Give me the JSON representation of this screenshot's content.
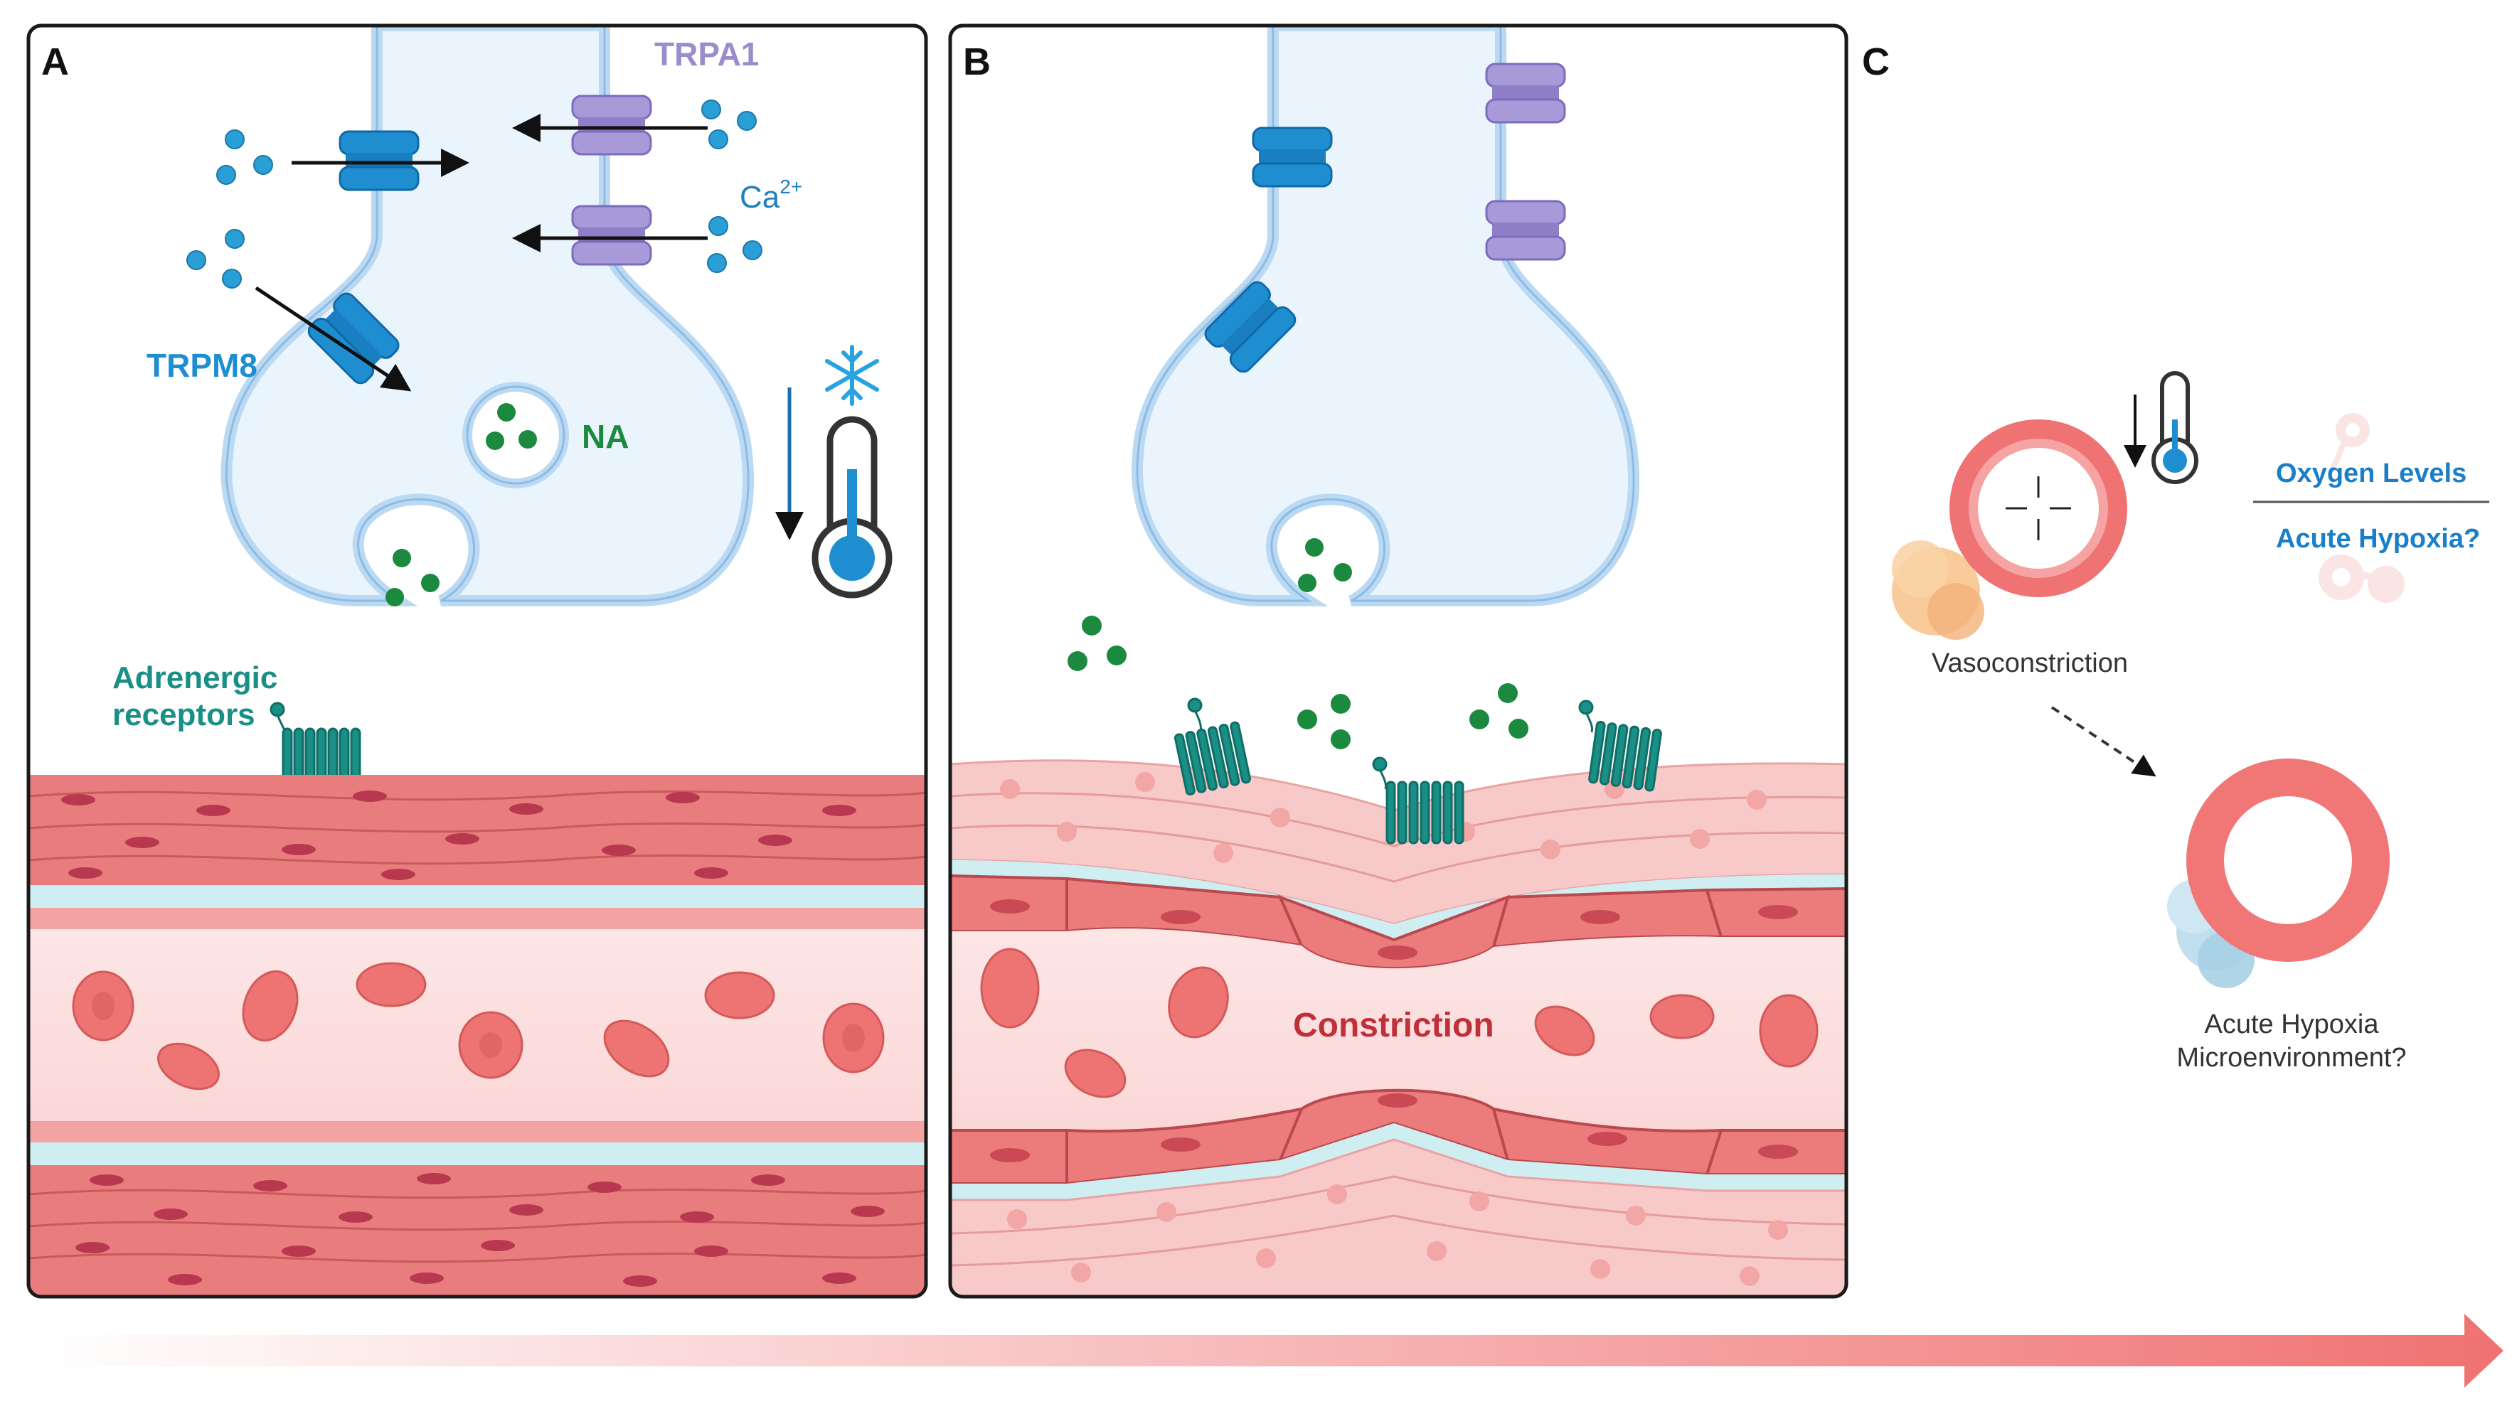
{
  "panels": {
    "a": {
      "letter": "A",
      "labels": {
        "trpa1": "TRPA1",
        "trpm8": "TRPM8",
        "ca_base": "Ca",
        "ca_sup": "2+",
        "na": "NA",
        "adrenergic_line1": "Adrenergic",
        "adrenergic_line2": "receptors"
      }
    },
    "b": {
      "letter": "B",
      "labels": {
        "constriction": "Constriction"
      }
    },
    "c": {
      "letter": "C",
      "labels": {
        "oxygen_levels": "Oxygen Levels",
        "acute_hypoxia_q": "Acute Hypoxia?",
        "vasoconstriction": "Vasoconstriction",
        "microenv_line1": "Acute Hypoxia",
        "microenv_line2": "Microenvironment?"
      }
    }
  },
  "icons": [
    "snowflake-icon",
    "thermometer-icon",
    "gradient-arrow-icon"
  ],
  "colors": {
    "trpm8": "#1f8ed1",
    "trpa1": "#9b8ccc",
    "calcium": "#2a9fd6",
    "noradrenaline": "#1b8a3e",
    "receptor": "#1a8f86",
    "membrane": "#cfe3f6",
    "muscle": "#e97d7d",
    "constriction_text": "#c0303a",
    "oxygen_text": "#1a7fc8"
  }
}
